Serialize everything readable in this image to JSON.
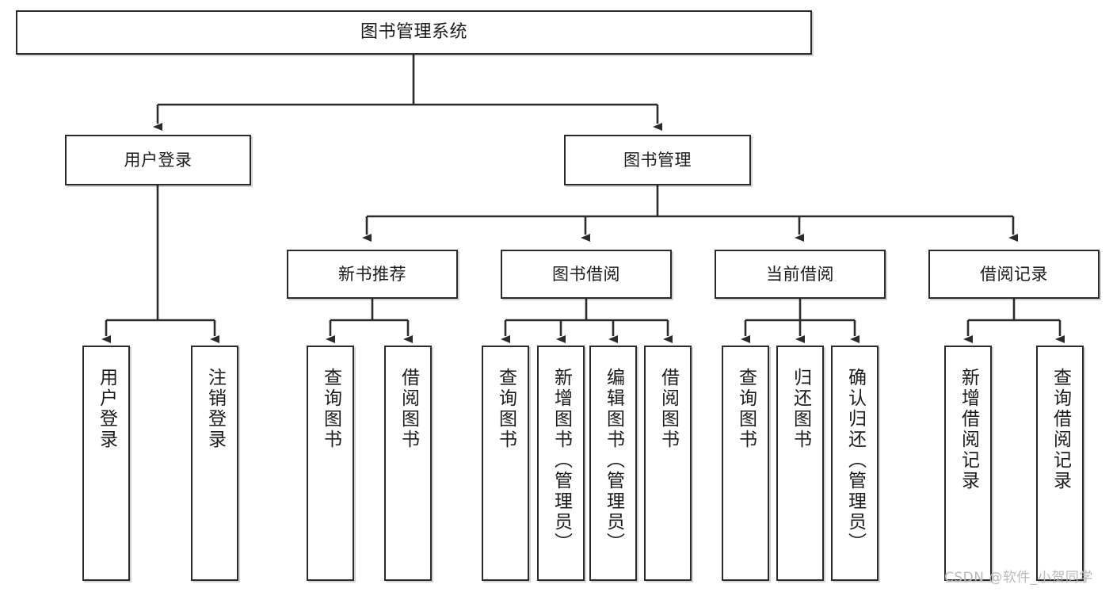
{
  "diagram": {
    "title": "图书管理系统",
    "type": "tree-hierarchy-chart",
    "watermark": "CSDN @软件_小贺同学",
    "colors": {
      "box_border": "#2b2b2b",
      "box_fill": "#ffffff",
      "edge": "#2b2b2b",
      "text": "#1b1b1b",
      "watermark": "#b9b9b9"
    },
    "nodes": {
      "root": {
        "label": "图书管理系统"
      },
      "level2": [
        {
          "label": "用户登录"
        },
        {
          "label": "图书管理"
        }
      ],
      "level3": [
        {
          "label": "新书推荐"
        },
        {
          "label": "图书借阅"
        },
        {
          "label": "当前借阅"
        },
        {
          "label": "借阅记录"
        }
      ],
      "leaves": {
        "user_login": [
          {
            "label": "用户登录"
          },
          {
            "label": "注销登录"
          }
        ],
        "new_book_recommend": [
          {
            "label": "查询图书"
          },
          {
            "label": "借阅图书"
          }
        ],
        "book_borrow": [
          {
            "label": "查询图书"
          },
          {
            "label": "新增图书（管理员）"
          },
          {
            "label": "编辑图书（管理员）"
          },
          {
            "label": "借阅图书"
          }
        ],
        "current_borrow": [
          {
            "label": "查询图书"
          },
          {
            "label": "归还图书"
          },
          {
            "label": "确认归还（管理员）"
          }
        ],
        "borrow_record": [
          {
            "label": "新增借阅记录"
          },
          {
            "label": "查询借阅记录"
          }
        ]
      }
    }
  }
}
